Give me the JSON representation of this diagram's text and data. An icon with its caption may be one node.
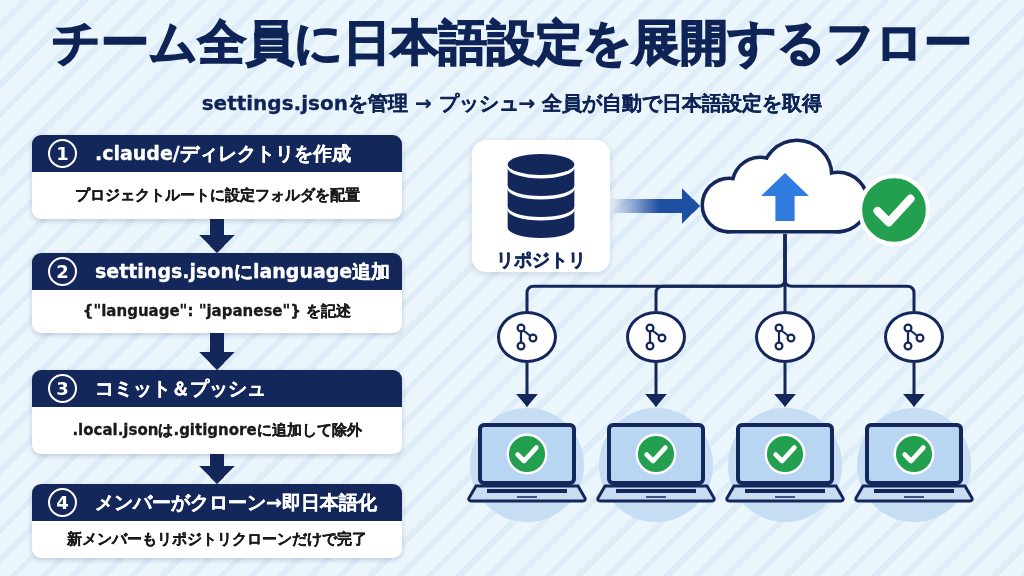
{
  "diagram": {
    "title": "チーム全員に日本語設定を展開するフロー",
    "nodes": [
      {
        "text": [
          "1",
          ".claude/ディレクトリを作成",
          "プロジェクトルートに設定フォルダを配置"
        ]
      },
      {
        "text": [
          "2",
          "settings.jsonにlanguage追加",
          "{\"language\": \"japanese\"} を記述"
        ]
      },
      {
        "text": [
          "3",
          "コミット＆プッシュ",
          ".local.jsonは.gitignoreに追加して除外"
        ]
      },
      {
        "text": [
          "4",
          "メンバーがクローン→即日本語化",
          "新メンバーもリポジトリクローンだけで完了"
        ]
      },
      {
        "text": [
          "リポジトリ"
        ]
      },
      {
        "text": [],
        "shape": "cloud"
      },
      {
        "text": [],
        "shape": "circle"
      },
      {
        "text": [],
        "shape": "circle"
      },
      {
        "text": [],
        "shape": "circle"
      },
      {
        "text": [],
        "shape": "circle"
      },
      {
        "text": [],
        "shape": "laptop"
      },
      {
        "text": [],
        "shape": "laptop"
      },
      {
        "text": [],
        "shape": "laptop"
      },
      {
        "text": [],
        "shape": "laptop"
      }
    ],
    "edges": [
      {
        "from": 0,
        "to": 1,
        "arrow": "to",
        "style": "thick"
      },
      {
        "from": 1,
        "to": 2,
        "arrow": "to",
        "style": "thick"
      },
      {
        "from": 2,
        "to": 3,
        "arrow": "to",
        "style": "thick"
      },
      {
        "from": 4,
        "to": 5,
        "arrow": "to",
        "style": "thick",
        "color": "#1f4fa0"
      },
      {
        "from": 5,
        "to": 6,
        "arrow": "none"
      },
      {
        "from": 5,
        "to": 7,
        "arrow": "none"
      },
      {
        "from": 5,
        "to": 8,
        "arrow": "none"
      },
      {
        "from": 5,
        "to": 9,
        "arrow": "none"
      },
      {
        "from": 6,
        "to": 10,
        "arrow": "to"
      },
      {
        "from": 7,
        "to": 11,
        "arrow": "to"
      },
      {
        "from": 8,
        "to": 12,
        "arrow": "to"
      },
      {
        "from": 9,
        "to": 13,
        "arrow": "to"
      }
    ],
    "labels": [
      "settings.jsonを管理 → プッシュ→ 全員が自動で日本語設定を取得"
    ]
  }
}
